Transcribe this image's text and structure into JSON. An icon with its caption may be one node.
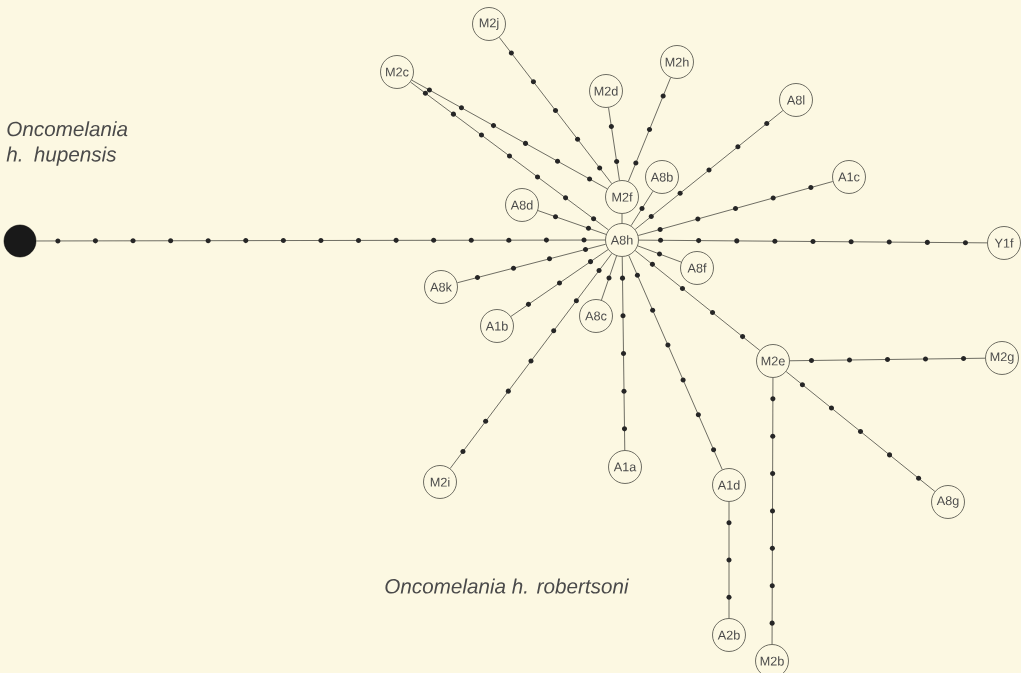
{
  "diagram": {
    "nodes": [
      {
        "text": [
          "Oncomelania h. hupensis"
        ]
      },
      {
        "text": [
          "A8h"
        ]
      },
      {
        "text": [
          "M2j"
        ]
      },
      {
        "text": [
          "M2c"
        ]
      },
      {
        "text": [
          "M2d"
        ]
      },
      {
        "text": [
          "M2h"
        ]
      },
      {
        "text": [
          "A8l"
        ]
      },
      {
        "text": [
          "A1c"
        ]
      },
      {
        "text": [
          "M2f"
        ]
      },
      {
        "text": [
          "A8b"
        ]
      },
      {
        "text": [
          "A8d"
        ]
      },
      {
        "text": [
          "Y1f"
        ]
      },
      {
        "text": [
          "A8k"
        ]
      },
      {
        "text": [
          "A8f"
        ]
      },
      {
        "text": [
          "A1b"
        ]
      },
      {
        "text": [
          "A8c"
        ]
      },
      {
        "text": [
          "M2e"
        ]
      },
      {
        "text": [
          "M2g"
        ]
      },
      {
        "text": [
          "M2i"
        ]
      },
      {
        "text": [
          "A1a"
        ]
      },
      {
        "text": [
          "A1d"
        ]
      },
      {
        "text": [
          "A8g"
        ]
      },
      {
        "text": [
          "A2b"
        ]
      },
      {
        "text": [
          "M2b"
        ]
      }
    ],
    "edges": [
      {
        "from": 0,
        "to": 1,
        "arrow": "none"
      },
      {
        "from": 2,
        "to": 8,
        "arrow": "none"
      },
      {
        "from": 3,
        "to": 8,
        "arrow": "none"
      },
      {
        "from": 3,
        "to": 1,
        "arrow": "none"
      },
      {
        "from": 4,
        "to": 8,
        "arrow": "none"
      },
      {
        "from": 5,
        "to": 8,
        "arrow": "none"
      },
      {
        "from": 8,
        "to": 1,
        "arrow": "none"
      },
      {
        "from": 9,
        "to": 1,
        "arrow": "none"
      },
      {
        "from": 6,
        "to": 1,
        "arrow": "none"
      },
      {
        "from": 7,
        "to": 1,
        "arrow": "none"
      },
      {
        "from": 10,
        "to": 1,
        "arrow": "none"
      },
      {
        "from": 1,
        "to": 11,
        "arrow": "none"
      },
      {
        "from": 12,
        "to": 1,
        "arrow": "none"
      },
      {
        "from": 1,
        "to": 13,
        "arrow": "none"
      },
      {
        "from": 14,
        "to": 1,
        "arrow": "none"
      },
      {
        "from": 15,
        "to": 1,
        "arrow": "none"
      },
      {
        "from": 1,
        "to": 16,
        "arrow": "none"
      },
      {
        "from": 16,
        "to": 17,
        "arrow": "none"
      },
      {
        "from": 18,
        "to": 1,
        "arrow": "none"
      },
      {
        "from": 1,
        "to": 19,
        "arrow": "none"
      },
      {
        "from": 1,
        "to": 20,
        "arrow": "none"
      },
      {
        "from": 16,
        "to": 21,
        "arrow": "none"
      },
      {
        "from": 20,
        "to": 22,
        "arrow": "none"
      },
      {
        "from": 16,
        "to": 23,
        "arrow": "none"
      }
    ],
    "labels": [
      "Oncomelania h. robertsoni"
    ]
  }
}
